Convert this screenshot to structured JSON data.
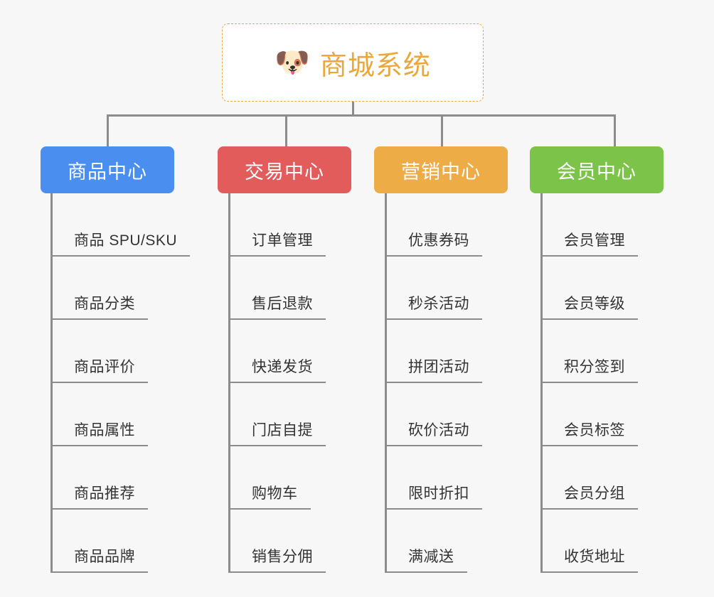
{
  "diagram": {
    "type": "mindmap",
    "background_color": "#f7f7f7",
    "root": {
      "icon": "shiba-dog-face-emoji",
      "icon_glyph": "🐶",
      "title": "商城系统",
      "text_color": "#eaa83c",
      "border_color": "#eaa83c",
      "background_color": "#ffffff"
    },
    "connector_color": "#8c8c8c",
    "branches": [
      {
        "label": "商品中心",
        "color": "#4a8ef0",
        "items": [
          "商品 SPU/SKU",
          "商品分类",
          "商品评价",
          "商品属性",
          "商品推荐",
          "商品品牌"
        ]
      },
      {
        "label": "交易中心",
        "color": "#e25c5c",
        "items": [
          "订单管理",
          "售后退款",
          "快递发货",
          "门店自提",
          "购物车",
          "销售分佣"
        ]
      },
      {
        "label": "营销中心",
        "color": "#eeac46",
        "items": [
          "优惠券码",
          "秒杀活动",
          "拼团活动",
          "砍价活动",
          "限时折扣",
          "满减送"
        ]
      },
      {
        "label": "会员中心",
        "color": "#7cc34a",
        "items": [
          "会员管理",
          "会员等级",
          "积分签到",
          "会员标签",
          "会员分组",
          "收货地址"
        ]
      }
    ]
  }
}
